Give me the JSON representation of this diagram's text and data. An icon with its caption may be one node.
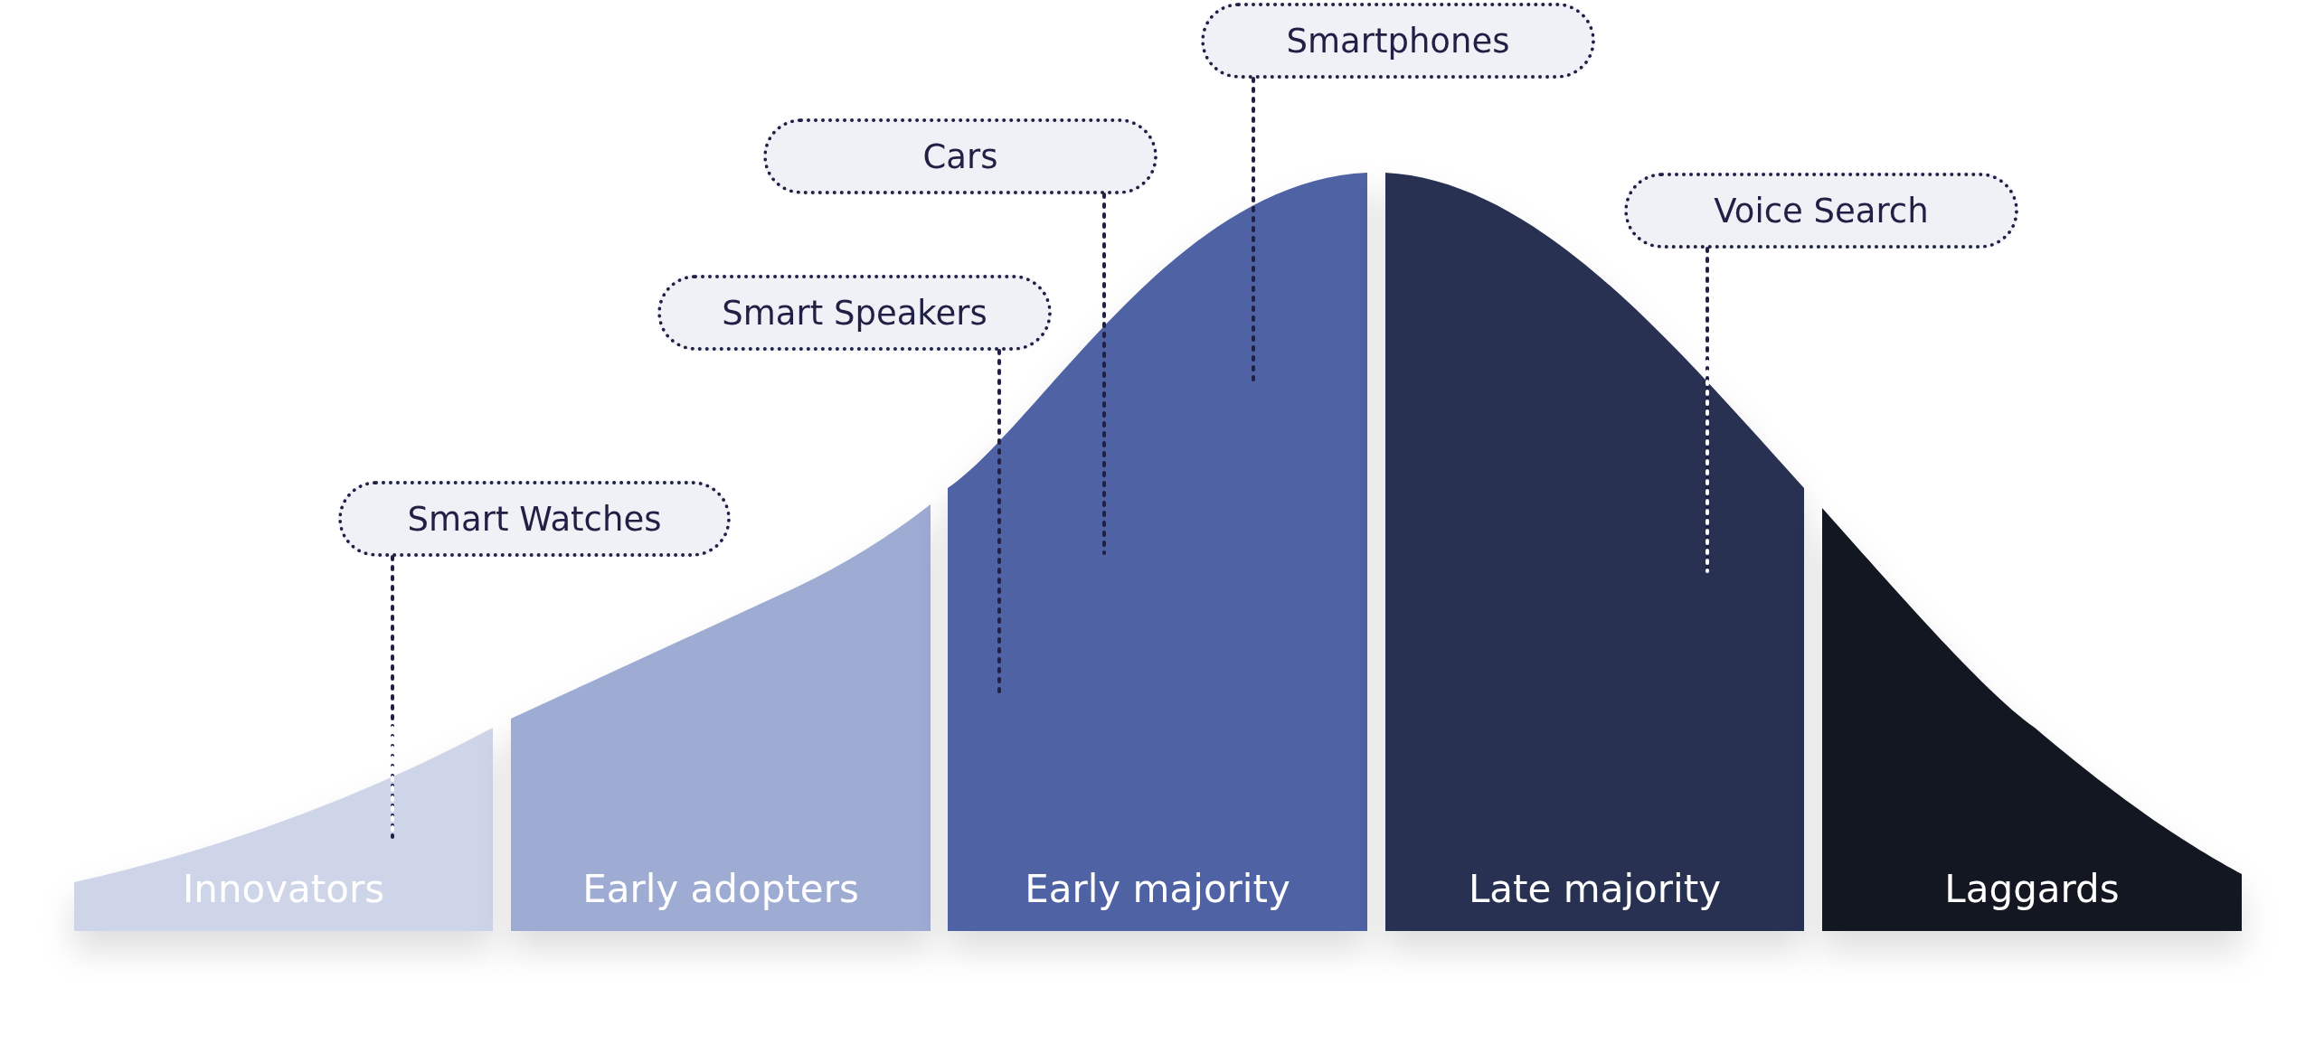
{
  "diagram": {
    "nodes": [
      {
        "text": [
          "Innovators"
        ]
      },
      {
        "text": [
          "Early adopters"
        ]
      },
      {
        "text": [
          "Early majority"
        ]
      },
      {
        "text": [
          "Late majority"
        ]
      },
      {
        "text": [
          "Laggards"
        ]
      },
      {
        "text": [
          "Smart Watches"
        ]
      },
      {
        "text": [
          "Smart Speakers"
        ]
      },
      {
        "text": [
          "Cars"
        ]
      },
      {
        "text": [
          "Smartphones"
        ]
      },
      {
        "text": [
          "Voice Search"
        ]
      }
    ],
    "edges": [
      {
        "from": 5,
        "to": 0,
        "arrow": "none"
      },
      {
        "from": 6,
        "to": 2,
        "arrow": "none"
      },
      {
        "from": 7,
        "to": 2,
        "arrow": "none"
      },
      {
        "from": 8,
        "to": 2,
        "arrow": "none"
      },
      {
        "from": 9,
        "to": 3,
        "arrow": "none"
      }
    ]
  }
}
